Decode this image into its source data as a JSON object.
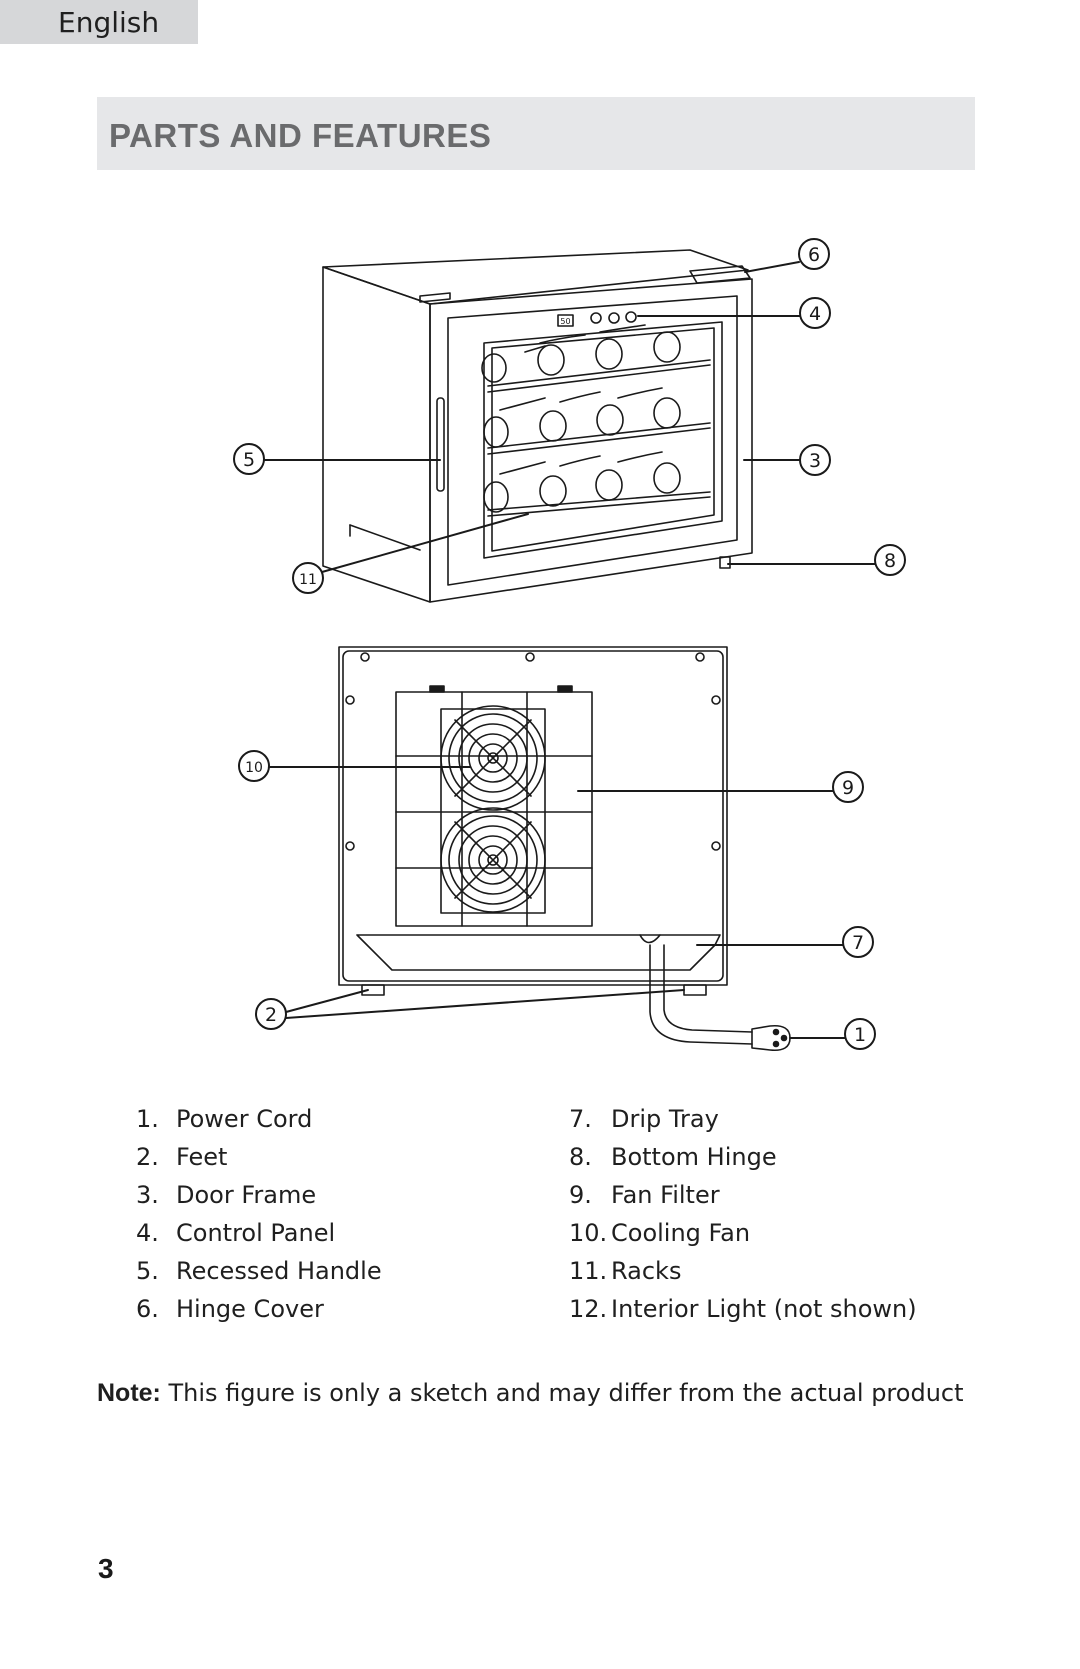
{
  "language_tab": "English",
  "header": {
    "title": "PARTS AND FEATURES"
  },
  "diagram": {
    "callouts": [
      "1",
      "2",
      "3",
      "4",
      "5",
      "6",
      "7",
      "8",
      "9",
      "10",
      "11"
    ],
    "display_reading": "50"
  },
  "parts_left": [
    {
      "num": "1.",
      "label": "Power Cord"
    },
    {
      "num": "2.",
      "label": "Feet"
    },
    {
      "num": "3.",
      "label": "Door Frame"
    },
    {
      "num": "4.",
      "label": "Control Panel"
    },
    {
      "num": "5.",
      "label": "Recessed Handle"
    },
    {
      "num": "6.",
      "label": "Hinge Cover"
    }
  ],
  "parts_right": [
    {
      "num": "7.",
      "label": "Drip Tray"
    },
    {
      "num": "8.",
      "label": "Bottom Hinge"
    },
    {
      "num": "9.",
      "label": "Fan Filter"
    },
    {
      "num": "10.",
      "label": "Cooling Fan"
    },
    {
      "num": "11.",
      "label": "Racks"
    },
    {
      "num": "12.",
      "label": "Interior Light (not shown)"
    }
  ],
  "note": {
    "label": "Note:",
    "text": " This figure is only a sketch and may differ from the actual product"
  },
  "page_number": "3"
}
